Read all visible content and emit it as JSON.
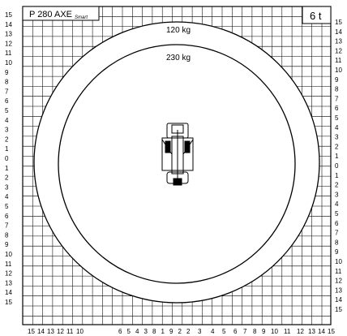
{
  "header": {
    "model": "P 280 AXE",
    "variant": "Smart",
    "capacity": "6 t"
  },
  "rings": [
    {
      "label": "120 kg"
    },
    {
      "label": "230 kg"
    }
  ],
  "grid": {
    "y_labels": [
      "15",
      "14",
      "13",
      "12",
      "11",
      "10",
      "9",
      "8",
      "7",
      "6",
      "5",
      "4",
      "3",
      "2",
      "1",
      "0",
      "1",
      "2",
      "3",
      "4",
      "5",
      "6",
      "7",
      "8",
      "9",
      "10",
      "11",
      "12",
      "13",
      "14",
      "15"
    ],
    "x_labels_left": [
      "15",
      "14",
      "13",
      "12",
      "11",
      "10"
    ],
    "x_labels_center": [
      "6",
      "5",
      "4",
      "3",
      "8",
      "1",
      "9",
      "2",
      "2"
    ],
    "x_labels_right": [
      "3",
      "4",
      "5",
      "6",
      "7",
      "8",
      "9",
      "10",
      "11",
      "12",
      "13",
      "14",
      "15"
    ]
  }
}
